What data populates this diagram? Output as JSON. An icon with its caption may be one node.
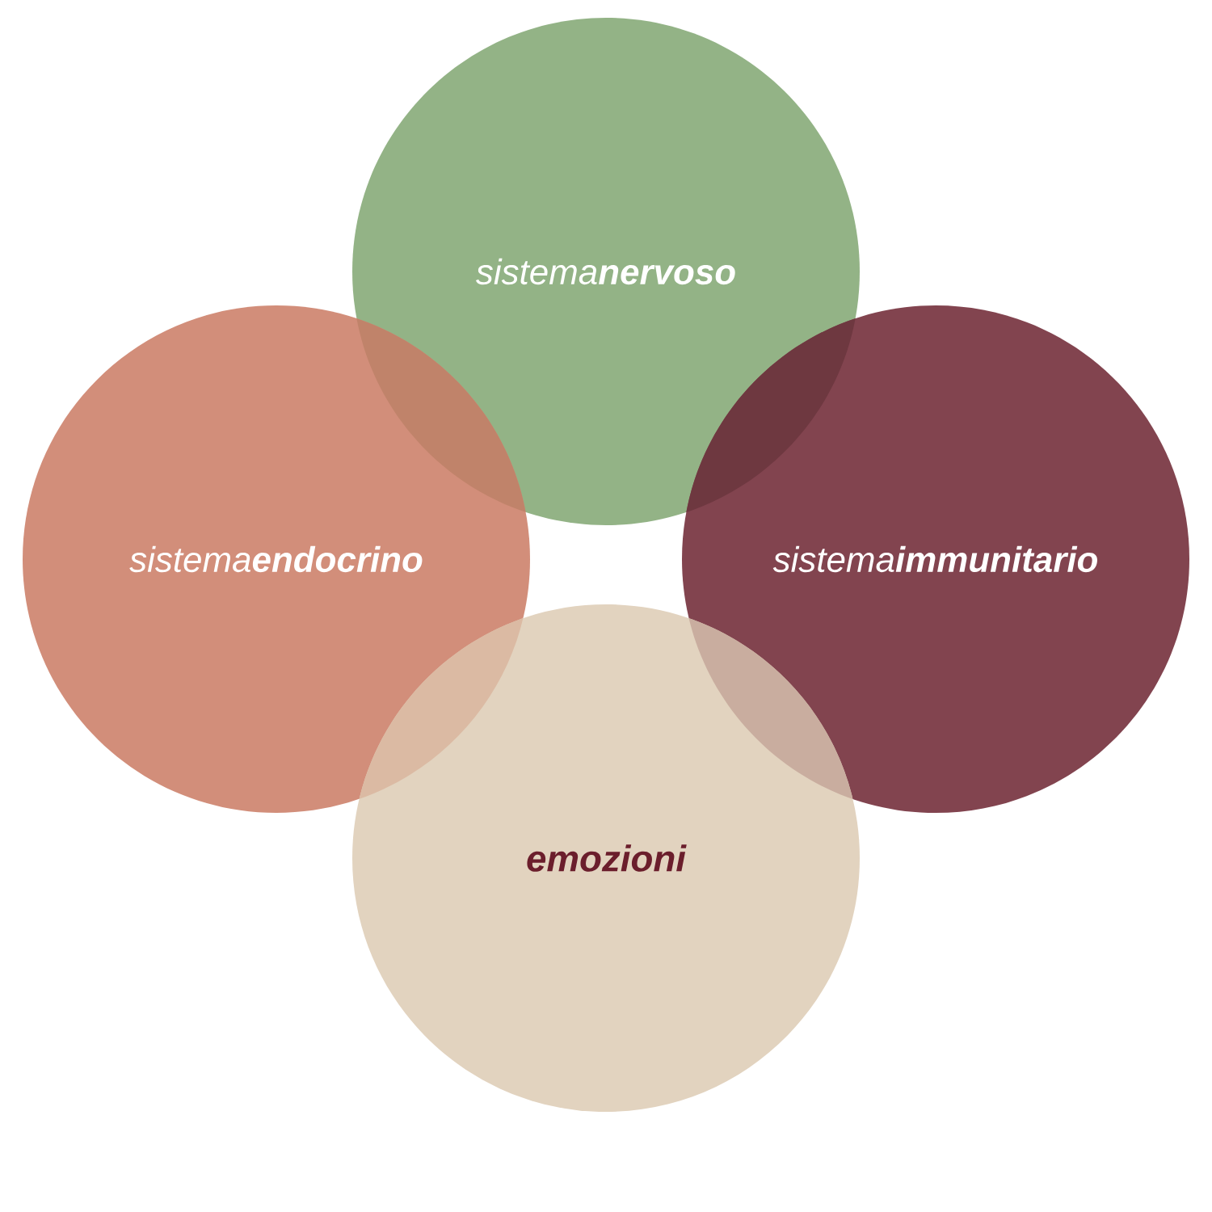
{
  "diagram": {
    "nodes": [
      {
        "text": [
          "sistema**nervoso**"
        ]
      },
      {
        "text": [
          "sistema**endocrino**"
        ]
      },
      {
        "text": [
          "sistema**immunitario**"
        ]
      },
      {
        "text": [
          "emozioni"
        ]
      }
    ]
  }
}
